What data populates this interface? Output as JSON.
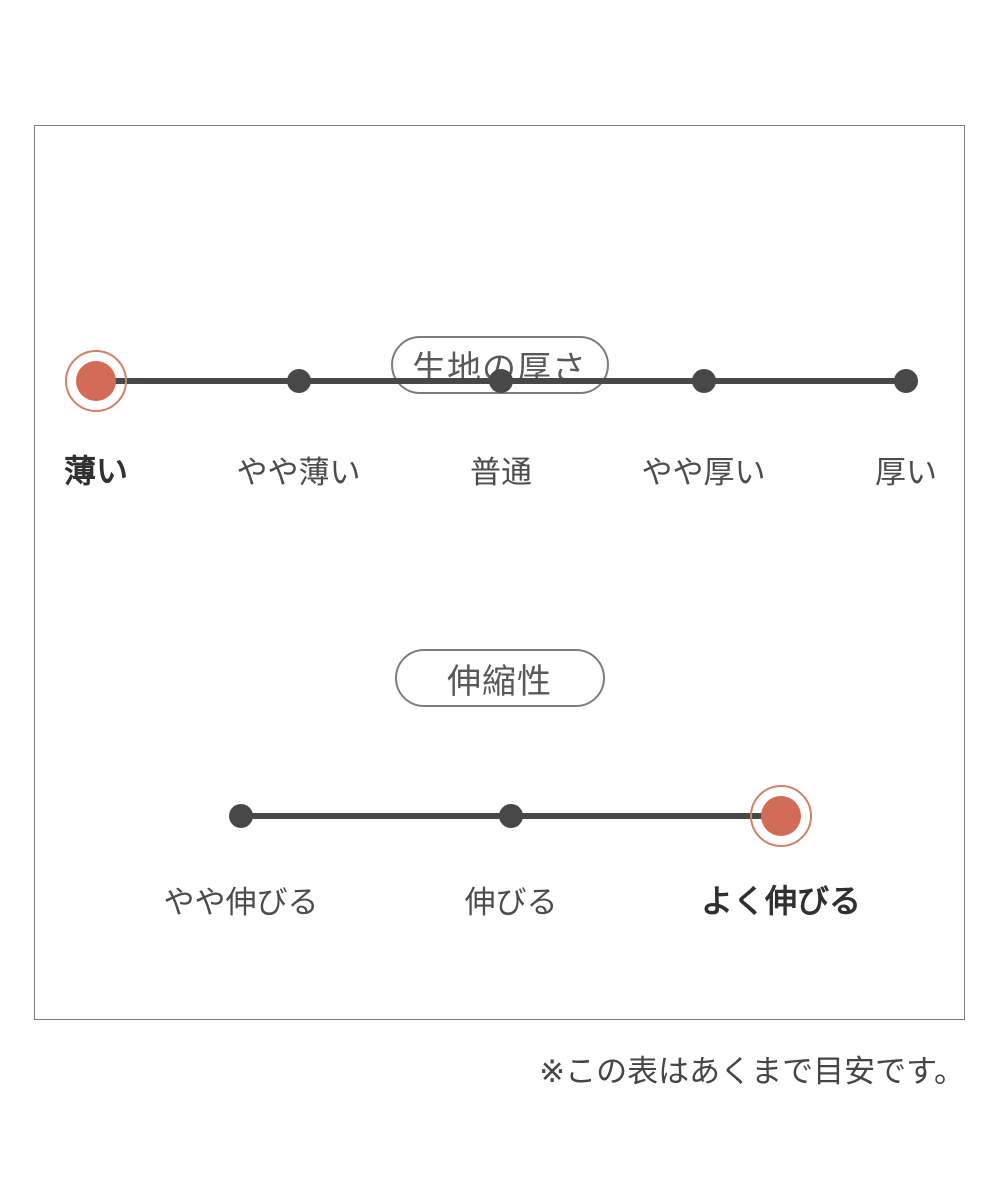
{
  "panel": {
    "sections": [
      {
        "title": "生地の厚さ",
        "options": [
          "薄い",
          "やや薄い",
          "普通",
          "やや厚い",
          "厚い"
        ],
        "selected": "薄い",
        "selected_index": 0
      },
      {
        "title": "伸縮性",
        "options": [
          "やや伸びる",
          "伸びる",
          "よく伸びる"
        ],
        "selected": "よく伸びる",
        "selected_index": 2
      }
    ],
    "note": "※この表はあくまで目安です。"
  },
  "colors": {
    "accent": "#d36c57",
    "accent_ring": "#d08167",
    "scale": "#484848",
    "label_text": "#4c4c4c",
    "selected_label_text": "#303030",
    "pill_border": "#7d7d7d",
    "frame_border": "#7d7d7d",
    "background": "#ffffff"
  }
}
